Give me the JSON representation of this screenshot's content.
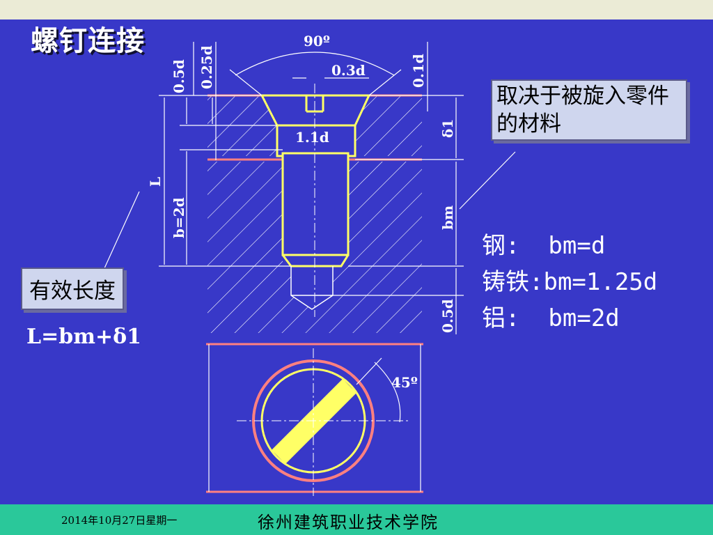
{
  "slide": {
    "title": "螺钉连接"
  },
  "dimensions": {
    "head_angle": "90º",
    "slot_width": "0.3d",
    "head_height_half": "0.5d",
    "head_height_quarter": "0.25d",
    "slot_depth": "0.1d",
    "hole_diameter": "1.1d",
    "delta1": "δ1",
    "length": "L",
    "thread_length": "b=2d",
    "engagement": "bm",
    "tip_clearance": "0.5d",
    "slot_angle": "45º"
  },
  "callouts": {
    "material_note": "取决于被旋入零件的材料",
    "effective_length": "有效长度",
    "formula": "L=bm+δ1"
  },
  "materials": [
    {
      "label": "钢:  bm=d"
    },
    {
      "label": "铸铁:bm=1.25d"
    },
    {
      "label": "铝:  bm=2d"
    }
  ],
  "footer": {
    "date": "2014年10月27日星期一",
    "institution": "徐州建筑职业技术学院"
  },
  "colors": {
    "background": "#3838c8",
    "screw_outline": "#ffff66",
    "plate_edges": "#ff8080",
    "footer": "#2ac89a",
    "top_bar": "#ebebd6"
  }
}
